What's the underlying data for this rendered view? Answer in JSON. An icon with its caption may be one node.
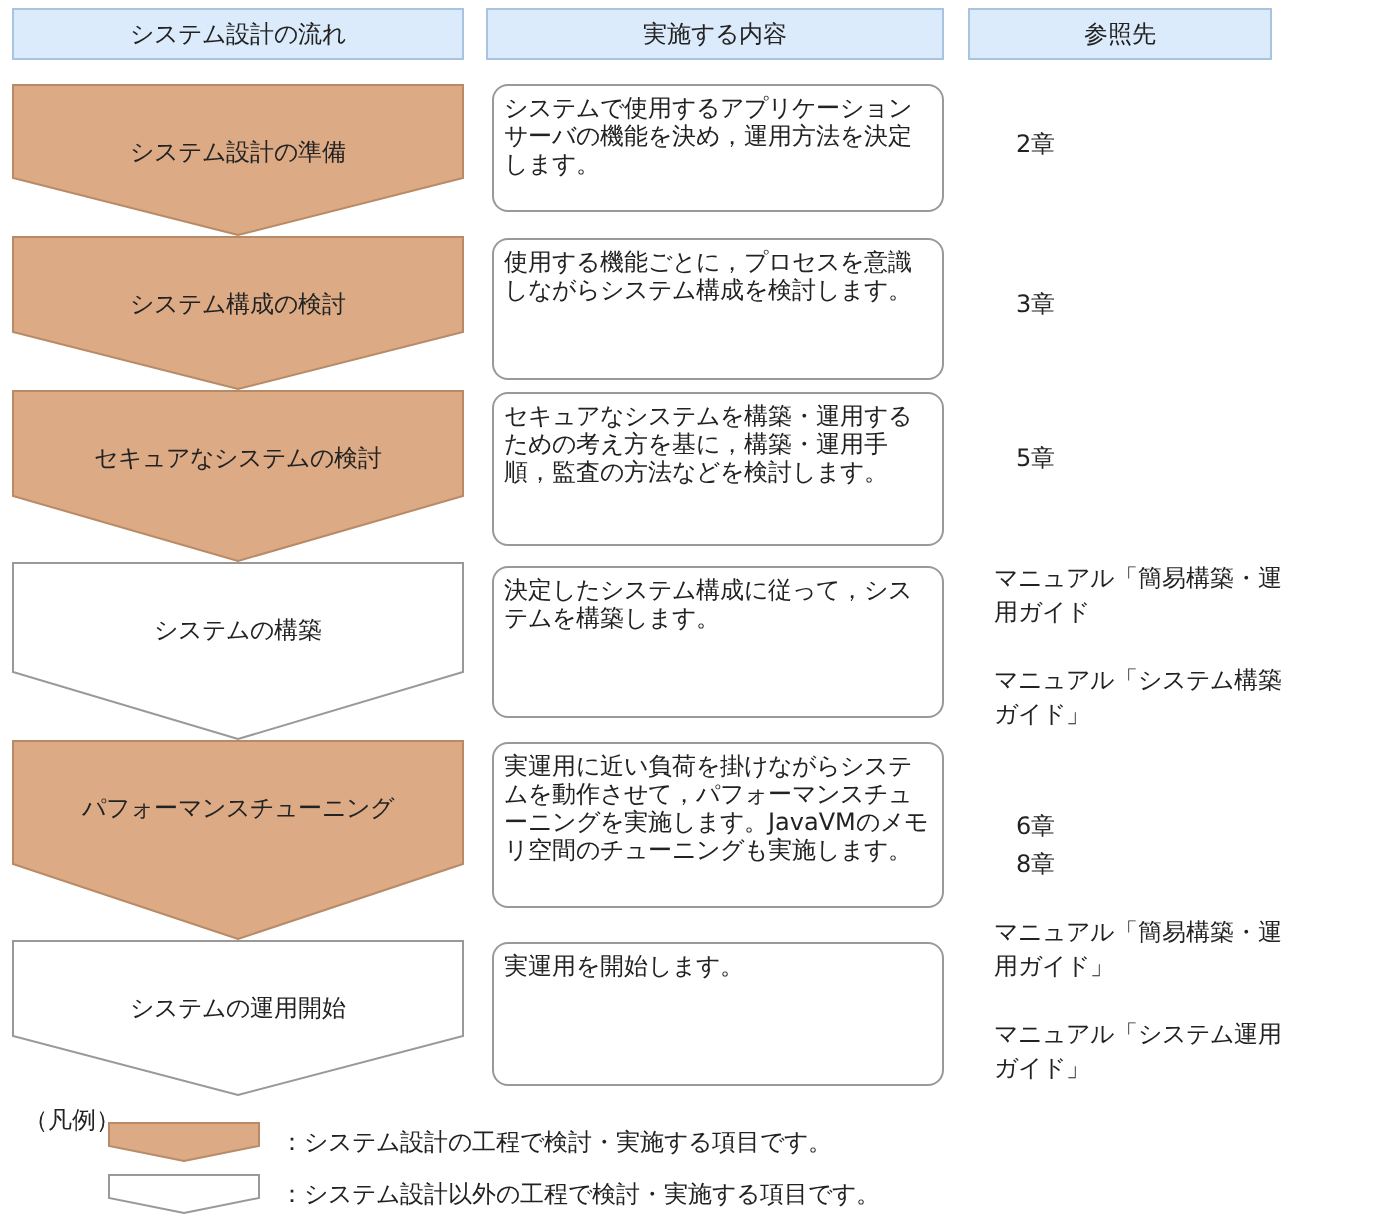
{
  "diagram": {
    "nodes": [
      {
        "text": [
          "システム設計の流れ"
        ]
      },
      {
        "text": [
          "実施する内容"
        ]
      },
      {
        "text": [
          "参照先"
        ]
      },
      {
        "text": [
          "システム設計の準備"
        ]
      },
      {
        "text": [
          "システムで使用するアプリケーションサーバの機能を決め，運用方法を決定します。"
        ]
      },
      {
        "text": [
          "システム構成の検討"
        ]
      },
      {
        "text": [
          "使用する機能ごとに，プロセスを意識しながらシステム構成を検討します。"
        ]
      },
      {
        "text": [
          "セキュアなシステムの検討"
        ]
      },
      {
        "text": [
          "セキュアなシステムを構築・運用するための考え方を基に，構築・運用手順，監査の方法などを検討します。"
        ]
      },
      {
        "text": [
          "システムの構築"
        ]
      },
      {
        "text": [
          "決定したシステム構成に従って，システムを構築します。"
        ]
      },
      {
        "text": [
          "パフォーマンスチューニング"
        ]
      },
      {
        "text": [
          "実運用に近い負荷を掛けながらシステムを動作させて，パフォーマンスチューニングを実施します。JavaVMのメモリ空間のチューニングも実施します。"
        ]
      },
      {
        "text": [
          "システムの運用開始"
        ]
      },
      {
        "text": [
          "実運用を開始します。"
        ]
      }
    ],
    "labels": [
      "2章",
      "3章",
      "5章",
      "マニュアル「簡易構築・運用ガイド",
      "マニュアル「システム構築ガイド」",
      "6章",
      "8章",
      "マニュアル「簡易構築・運用ガイド」",
      "マニュアル「システム運用ガイド」",
      "（凡例）"
    ],
    "legend": [
      {
        "text": "：システム設計の工程で検討・実施する項目です。",
        "color": "#dcab85"
      },
      {
        "text": "：システム設計以外の工程で検討・実施する項目です。",
        "color": "#ffffff"
      }
    ]
  }
}
